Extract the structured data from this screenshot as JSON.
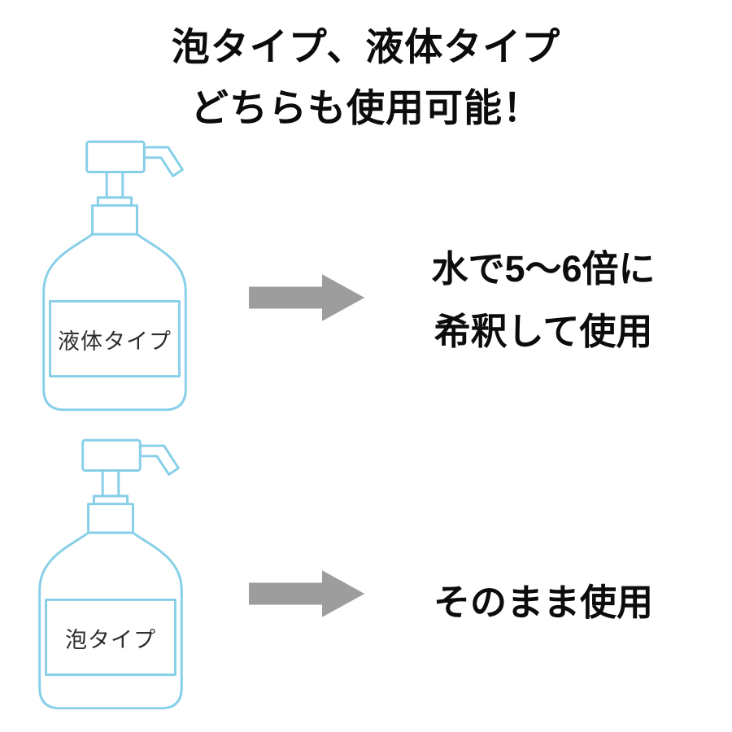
{
  "title": {
    "line1": "泡タイプ、液体タイプ",
    "line2": "どちらも使用可能！"
  },
  "rows": [
    {
      "bottle_label": "液体タイプ",
      "instruction_line1": "水で5〜6倍に",
      "instruction_line2": "希釈して使用"
    },
    {
      "bottle_label": "泡タイプ",
      "instruction_line1": "そのまま使用",
      "instruction_line2": ""
    }
  ],
  "colors": {
    "bottle_outline": "#87CFE8",
    "arrow": "#9d9d9d",
    "text": "#0c0c0c",
    "background": "#ffffff"
  }
}
